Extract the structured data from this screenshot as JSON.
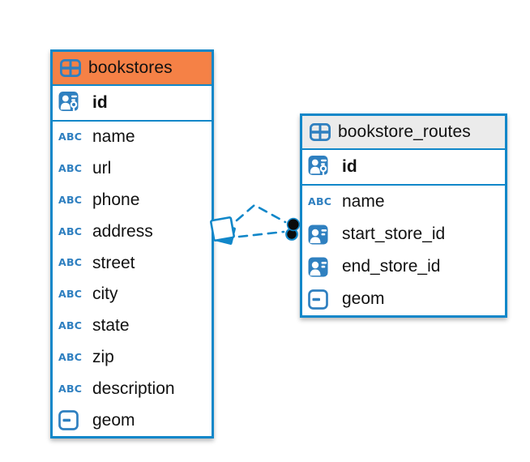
{
  "colors": {
    "table_border": "#1187C9",
    "icon_blue": "#2F80C0",
    "header_orange": "#F58146",
    "header_gray": "#EBEBEB",
    "text": "#111111",
    "connector_blue": "#1187C9",
    "dot_black": "#0B0B0B"
  },
  "icons": {
    "text_type_label": "ABC"
  },
  "tables": [
    {
      "name": "bookstores",
      "pk": {
        "name": "id"
      },
      "columns": [
        {
          "name": "name",
          "type": "text"
        },
        {
          "name": "url",
          "type": "text"
        },
        {
          "name": "phone",
          "type": "text"
        },
        {
          "name": "address",
          "type": "text"
        },
        {
          "name": "street",
          "type": "text"
        },
        {
          "name": "city",
          "type": "text"
        },
        {
          "name": "state",
          "type": "text"
        },
        {
          "name": "zip",
          "type": "text"
        },
        {
          "name": "description",
          "type": "text"
        },
        {
          "name": "geom",
          "type": "geometry"
        }
      ]
    },
    {
      "name": "bookstore_routes",
      "pk": {
        "name": "id"
      },
      "columns": [
        {
          "name": "name",
          "type": "text"
        },
        {
          "name": "start_store_id",
          "type": "reference"
        },
        {
          "name": "end_store_id",
          "type": "reference"
        },
        {
          "name": "geom",
          "type": "geometry"
        }
      ]
    }
  ],
  "relations": {
    "style": "dashed",
    "line_count": 2,
    "between": [
      "bookstores",
      "bookstore_routes"
    ]
  }
}
